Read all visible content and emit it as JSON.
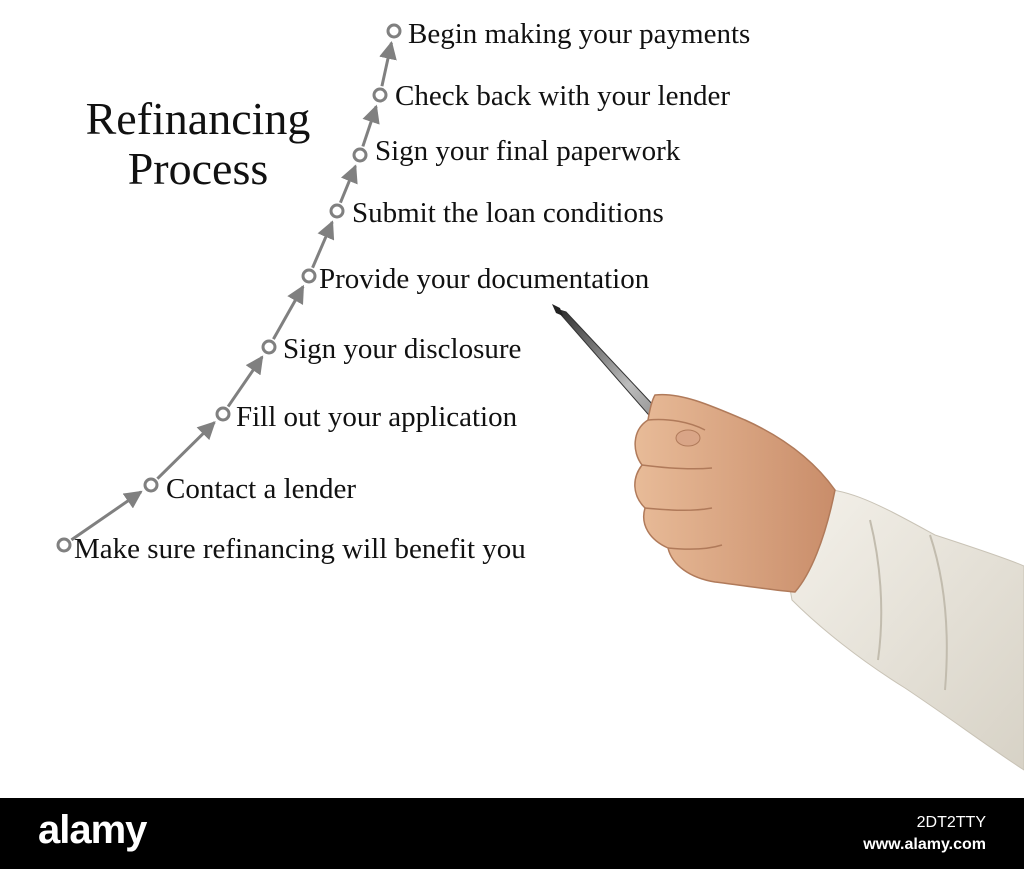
{
  "title": {
    "line1": "Refinancing",
    "line2": "Process"
  },
  "steps": [
    {
      "label": "Make sure refinancing will benefit you"
    },
    {
      "label": "Contact a lender"
    },
    {
      "label": "Fill out your application"
    },
    {
      "label": "Sign your disclosure"
    },
    {
      "label": "Provide your documentation"
    },
    {
      "label": "Submit the loan conditions"
    },
    {
      "label": "Sign your final paperwork"
    },
    {
      "label": "Check back with your lender"
    },
    {
      "label": "Begin making your payments"
    }
  ],
  "footer": {
    "brand": "alamy",
    "image_id": "2DT2TTY",
    "site": "www.alamy.com"
  },
  "colors": {
    "connector": "#808080",
    "text": "#111111",
    "footer_bg": "#000000",
    "sleeve": "#ece8e0",
    "skin": "#e2b08e"
  },
  "icons": {
    "node": "circle-node-icon",
    "arrow": "arrow-up-right-icon",
    "pen": "pen-icon",
    "hand": "hand-icon"
  }
}
